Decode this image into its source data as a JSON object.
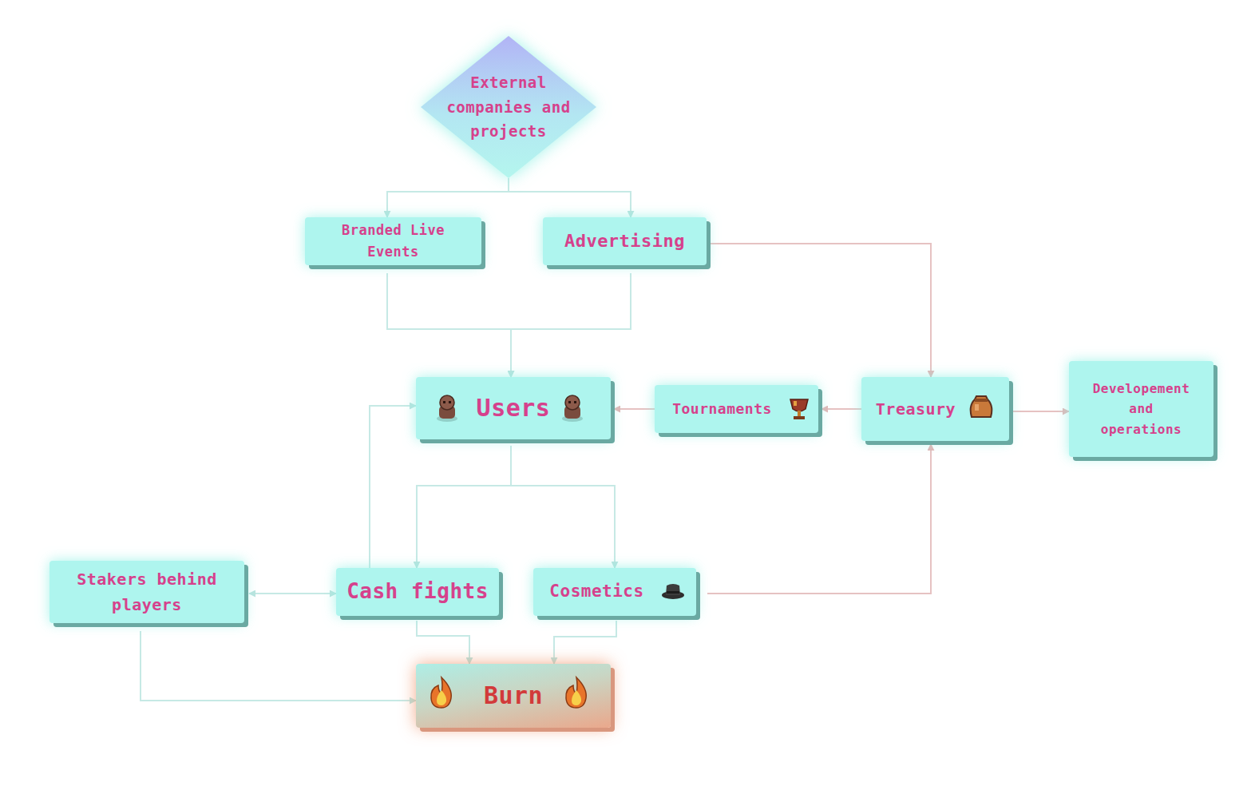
{
  "diagram": {
    "nodes": [
      {
        "text": [
          "External companies and projects"
        ]
      },
      {
        "text": [
          "Branded Live Events"
        ]
      },
      {
        "text": [
          "Advertising"
        ]
      },
      {
        "text": [
          "Users"
        ]
      },
      {
        "text": [
          "Tournaments"
        ]
      },
      {
        "text": [
          "Treasury"
        ]
      },
      {
        "text": [
          "Developement and operations"
        ]
      },
      {
        "text": [
          "Stakers behind players"
        ]
      },
      {
        "text": [
          "Cash fights"
        ]
      },
      {
        "text": [
          "Cosmetics"
        ]
      },
      {
        "text": [
          "Burn"
        ]
      }
    ],
    "edges": [
      {
        "from": 0,
        "to": 1,
        "arrow": "to"
      },
      {
        "from": 0,
        "to": 2,
        "arrow": "to"
      },
      {
        "from": 1,
        "to": 3,
        "arrow": "to"
      },
      {
        "from": 2,
        "to": 3,
        "arrow": "to"
      },
      {
        "from": 2,
        "to": 5,
        "arrow": "to"
      },
      {
        "from": 5,
        "to": 4,
        "arrow": "to"
      },
      {
        "from": 4,
        "to": 3,
        "arrow": "to"
      },
      {
        "from": 5,
        "to": 6,
        "arrow": "to"
      },
      {
        "from": 3,
        "to": 8,
        "arrow": "to"
      },
      {
        "from": 3,
        "to": 9,
        "arrow": "to"
      },
      {
        "from": 8,
        "to": 3,
        "arrow": "to"
      },
      {
        "from": 7,
        "to": 8,
        "arrow": "both"
      },
      {
        "from": 8,
        "to": 10,
        "arrow": "to"
      },
      {
        "from": 9,
        "to": 10,
        "arrow": "to"
      },
      {
        "from": 7,
        "to": 10,
        "arrow": "to"
      },
      {
        "from": 9,
        "to": 5,
        "arrow": "to"
      }
    ]
  }
}
